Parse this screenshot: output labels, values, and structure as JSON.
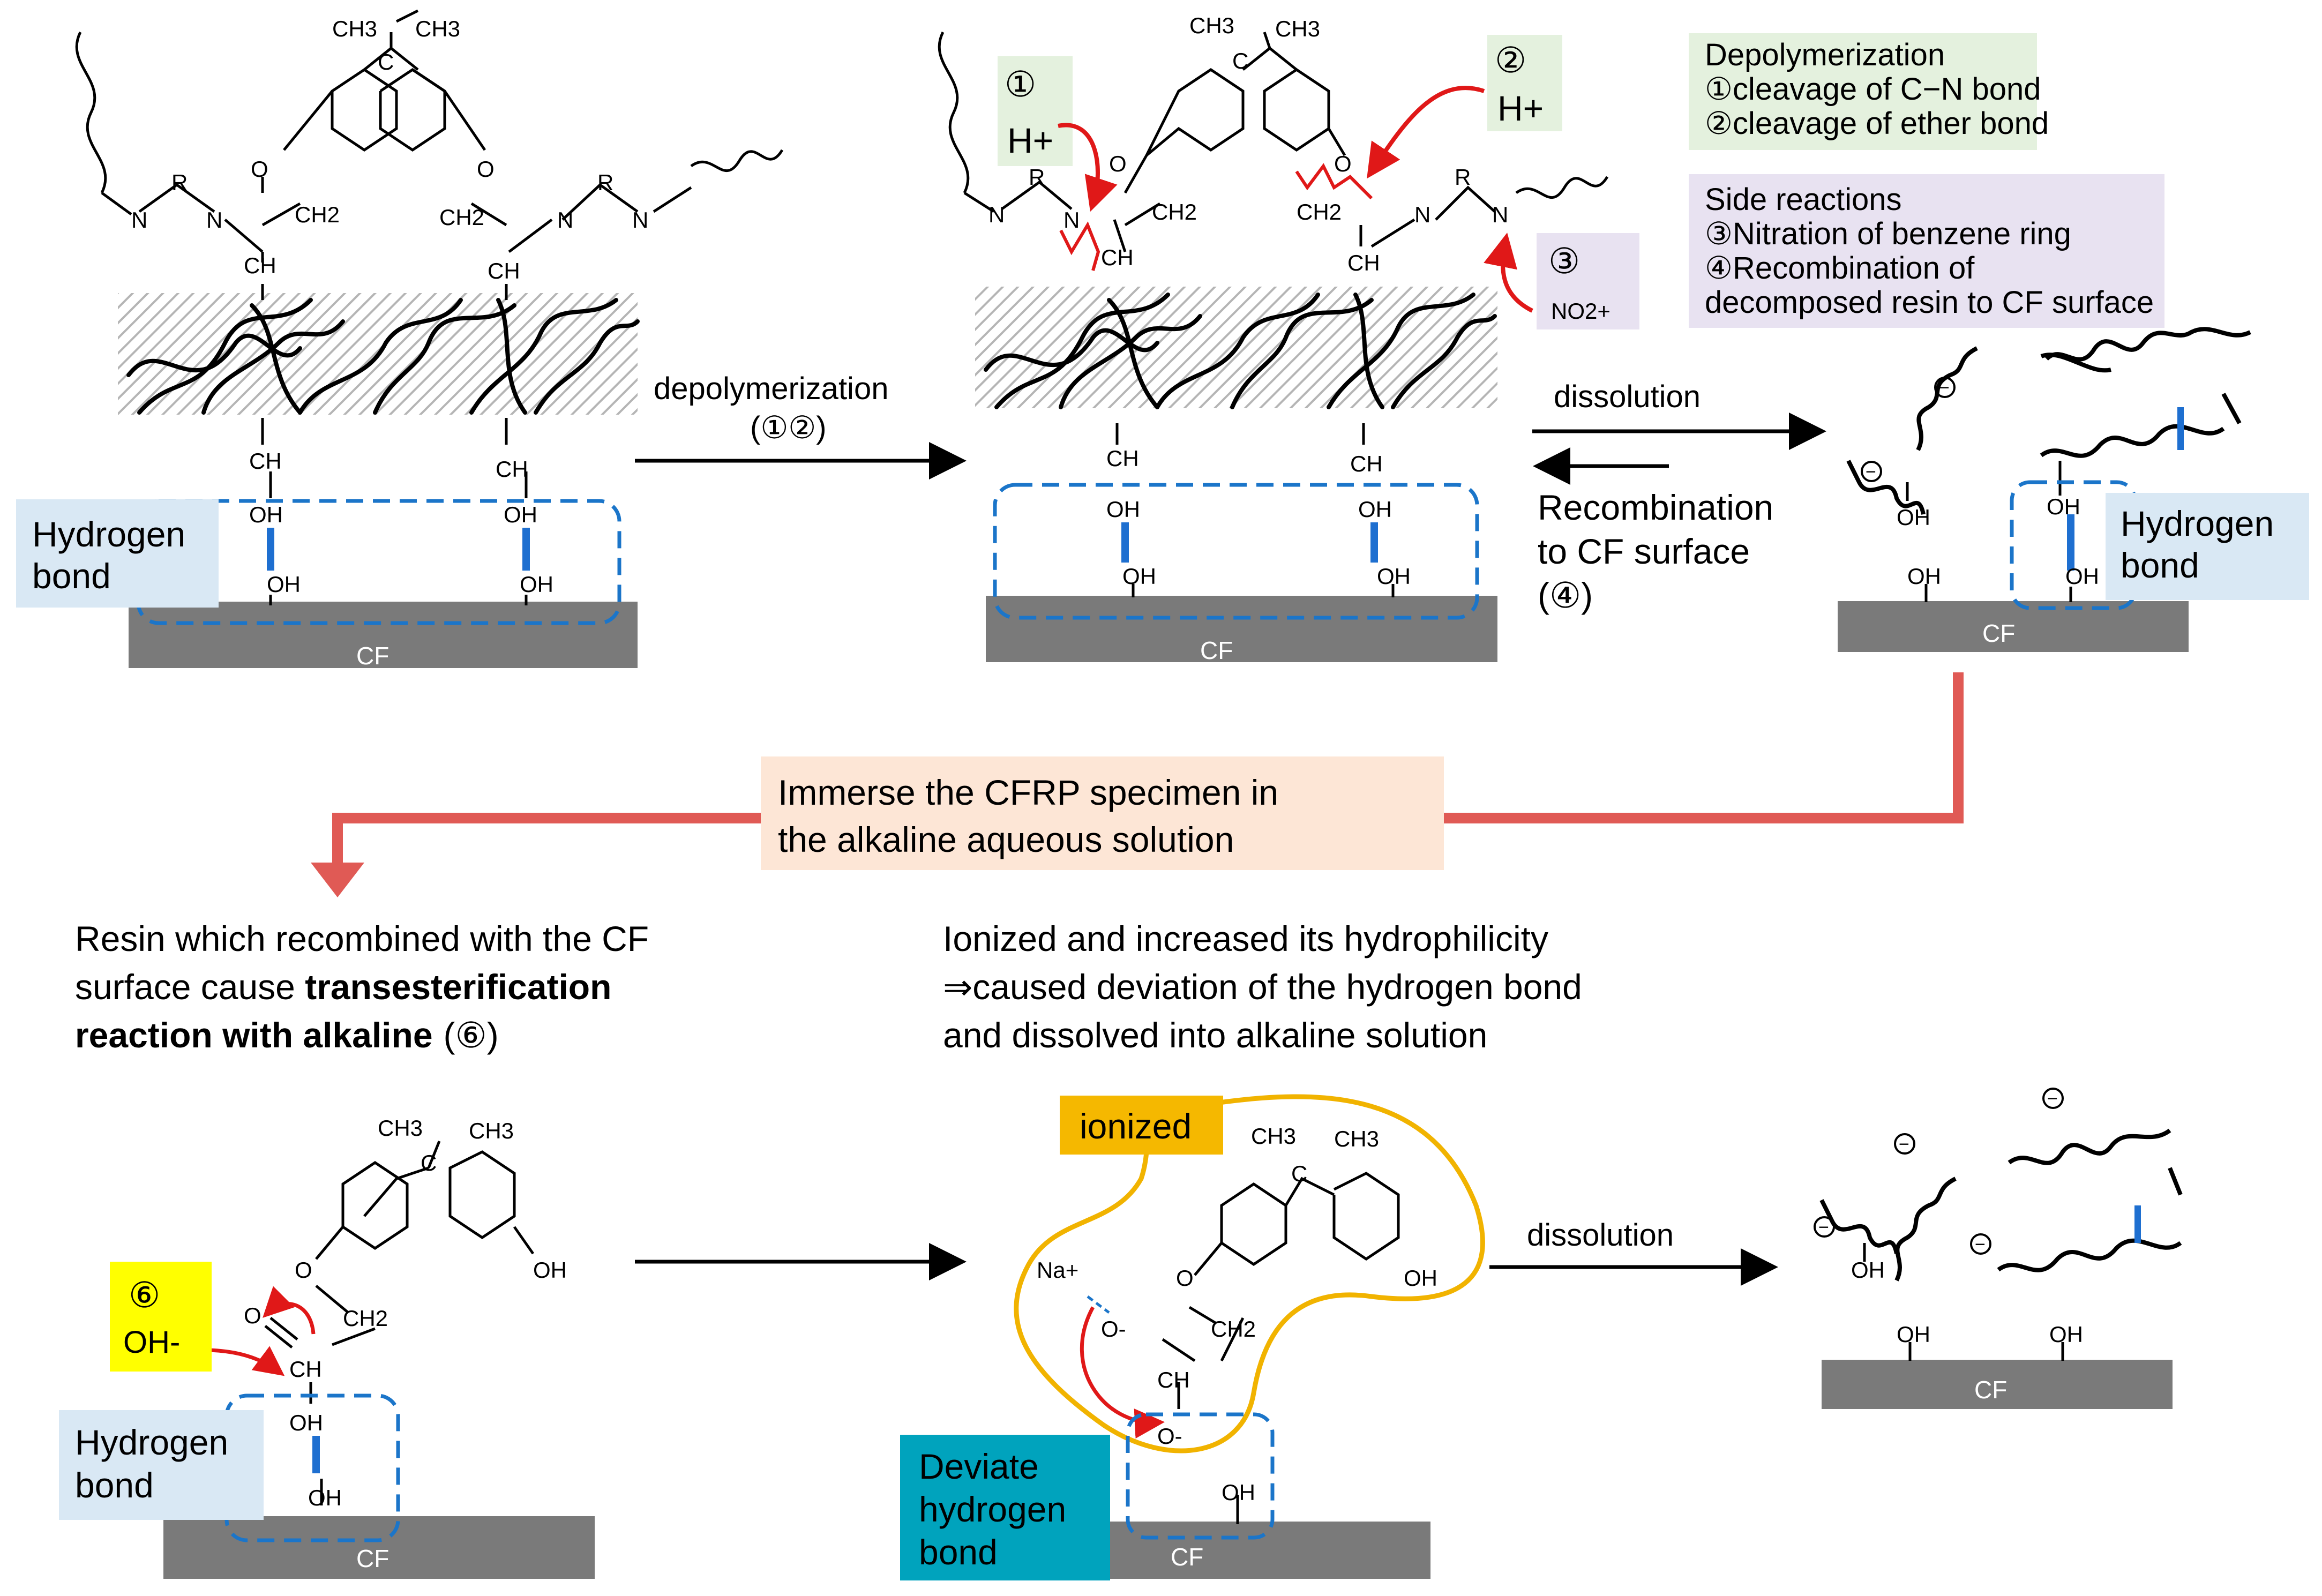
{
  "cf_label": "CF",
  "hydrogen_bond_label": [
    "Hydrogen",
    "bond"
  ],
  "deviate_label": [
    "Deviate",
    "hydrogen",
    "bond"
  ],
  "chem": {
    "ch3": "CH3",
    "c": "C",
    "o": "O",
    "ch2": "CH2",
    "ch": "CH",
    "n": "N",
    "r": "R",
    "oh": "OH",
    "o_minus": "O-",
    "na_plus": "Na+",
    "h_plus": "H+",
    "no2_plus": "NO2+",
    "oh_minus": "OH-",
    "minus": "−"
  },
  "markers": {
    "one": "①",
    "two": "②",
    "three": "③",
    "six": "⑥"
  },
  "arrow_labels": {
    "depolymerization": "depolymerization",
    "depolymerization_steps": "(①②)",
    "dissolution": "dissolution",
    "recombination": [
      "Recombination",
      "to CF surface",
      "(④)"
    ],
    "dissolution_bottom": "dissolution"
  },
  "legend_depolymerization": [
    "Depolymerization",
    "①cleavage of C−N bond",
    "②cleavage of ether bond"
  ],
  "legend_side_reactions": [
    "Side reactions",
    "③Nitration of benzene ring",
    "④Recombination of",
    "decomposed resin to CF surface"
  ],
  "immerse_label": [
    "Immerse the CFRP specimen in",
    "the alkaline aqueous  solution"
  ],
  "left_caption": {
    "line1": "Resin which recombined with the CF",
    "line2_plain": "surface cause ",
    "line2_bold": "transesterification",
    "line3_bold": "reaction with alkaline",
    "line3_tail": "(⑥)"
  },
  "right_caption": [
    "Ionized and increased its hydrophilicity",
    "⇒caused deviation of the  hydrogen bond",
    "and dissolved into alkaline solution"
  ],
  "ionized_label": "ionized",
  "colors": {
    "cf_gray": "#7a7a7a",
    "bond_blue": "#1e6fd0",
    "dash_blue": "#1b75c9",
    "red_arrow": "#e01818",
    "flow_red": "#e05a55",
    "green_box": "#e4f1de",
    "purple_box": "#e8e2f1",
    "hbond_box": "#d9e8f4",
    "immerse_box": "#fde6d6",
    "ionized_box": "#f5b800",
    "yellow_box": "#ffff00",
    "teal_box": "#00a3bd",
    "ion_outline": "#f1b300"
  }
}
